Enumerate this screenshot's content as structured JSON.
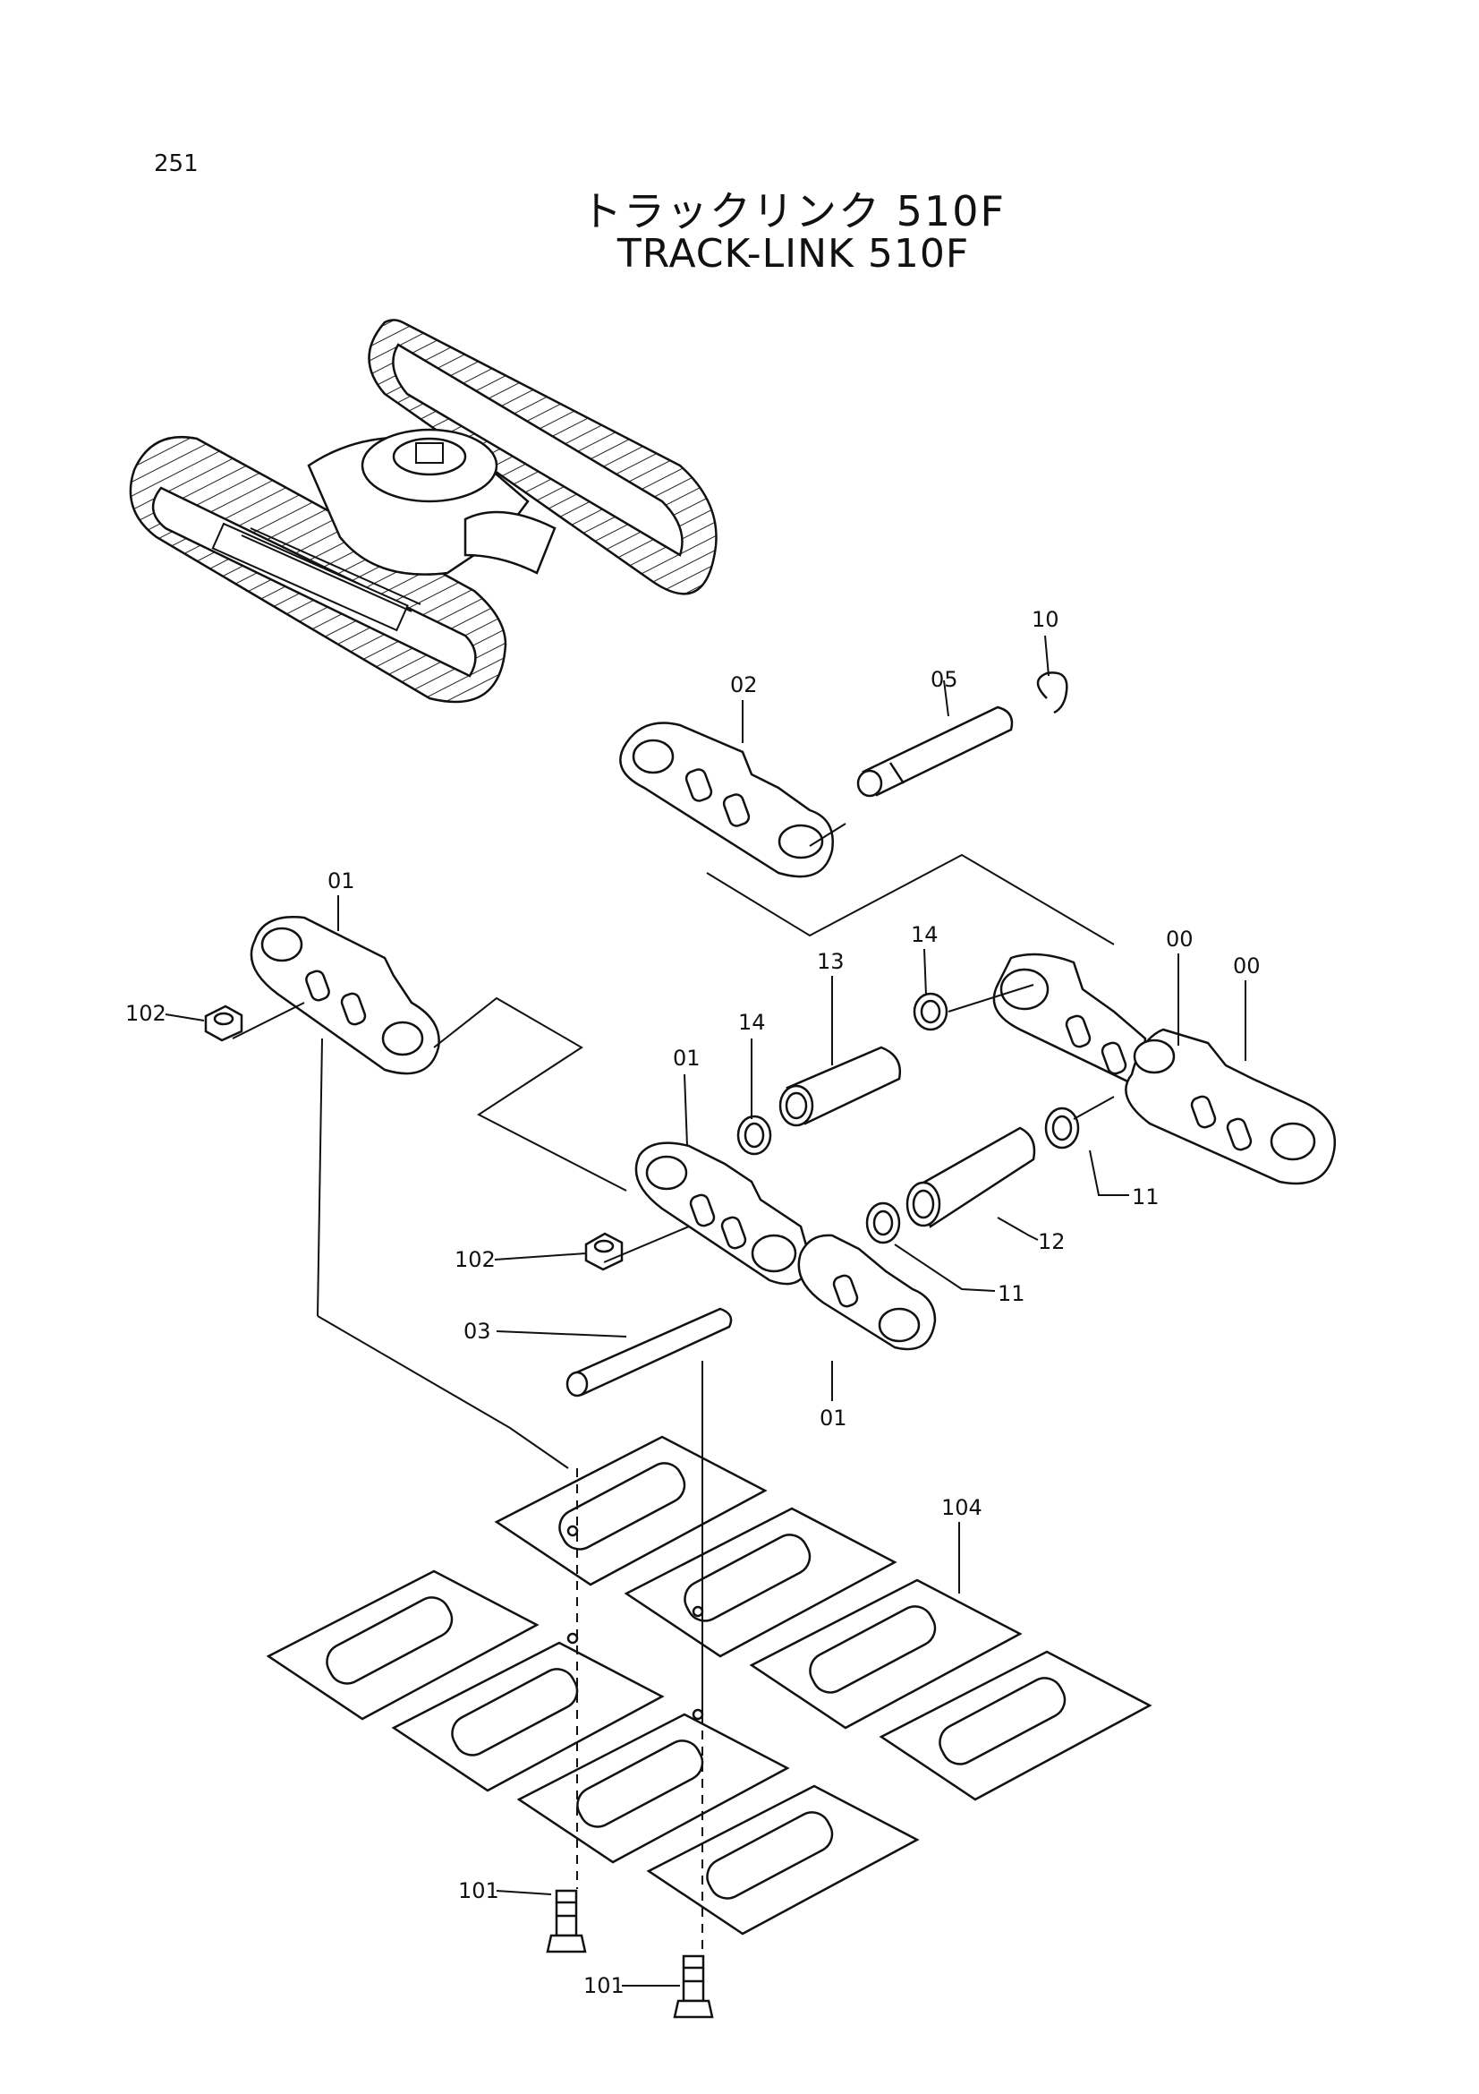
{
  "page_number": "251",
  "title_jp": "トラックリンク 510F",
  "title_en": "TRACK-LINK 510F",
  "callouts": {
    "c10": "10",
    "c05": "05",
    "c02": "02",
    "c01_top": "01",
    "c14_a": "14",
    "c00_a": "00",
    "c00_b": "00",
    "c102_a": "102",
    "c13": "13",
    "c14_b": "14",
    "c01_mid": "01",
    "c11_a": "11",
    "c12": "12",
    "c102_b": "102",
    "c11_b": "11",
    "c03": "03",
    "c01_bot": "01",
    "c104": "104",
    "c101_a": "101",
    "c101_b": "101"
  }
}
